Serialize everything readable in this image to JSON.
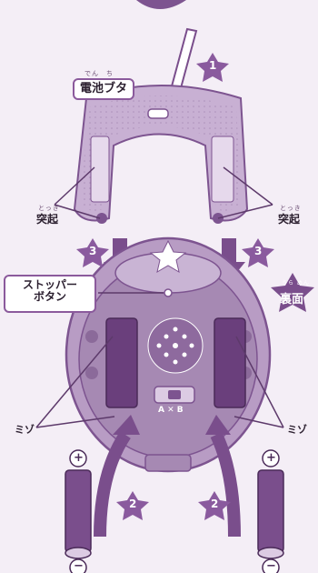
{
  "labels": {
    "battery_cover": "電池ブタ",
    "battery_cover_ruby": "でん　ち",
    "protrusion": "突起",
    "protrusion_ruby": "とっき",
    "stopper_button_line1": "ストッパー",
    "stopper_button_line2": "ボタン",
    "back_side": "裏面",
    "back_side_ruby": "うら めん",
    "groove": "ミゾ",
    "polarity_plus": "+",
    "polarity_minus": "−"
  },
  "steps": {
    "step1": "1",
    "step2": "2",
    "step3": "3"
  },
  "device": {
    "ab_text": "A ✕ B"
  },
  "colors": {
    "purple_main": "#b89cc4",
    "purple_dark": "#7d5490",
    "purple_light": "#dccbe3",
    "arrow": "#7a4e8c",
    "star": "#8a5a9e"
  }
}
